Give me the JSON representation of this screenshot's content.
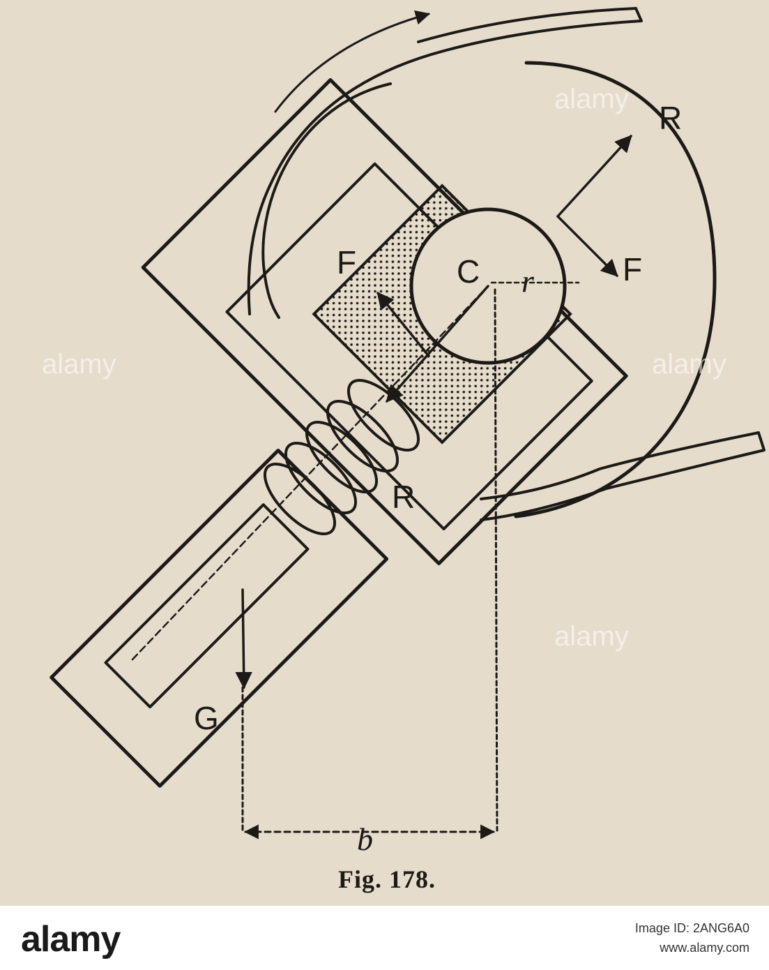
{
  "diagram": {
    "labels": {
      "r_top": "R",
      "f_left": "F",
      "c_center": "C",
      "r_radius": "r",
      "f_right": "F",
      "r_spring": "R",
      "g_weight": "G",
      "b_distance": "b"
    },
    "caption": "Fig. 178."
  },
  "watermark": {
    "text": "alamy"
  },
  "footer": {
    "brand": "alamy",
    "image_id": "Image ID: 2ANG6A0",
    "url": "www.alamy.com"
  },
  "colors": {
    "paper": "#e6dccb",
    "ink": "#1c1a17",
    "footer_bg": "#ffffff"
  }
}
